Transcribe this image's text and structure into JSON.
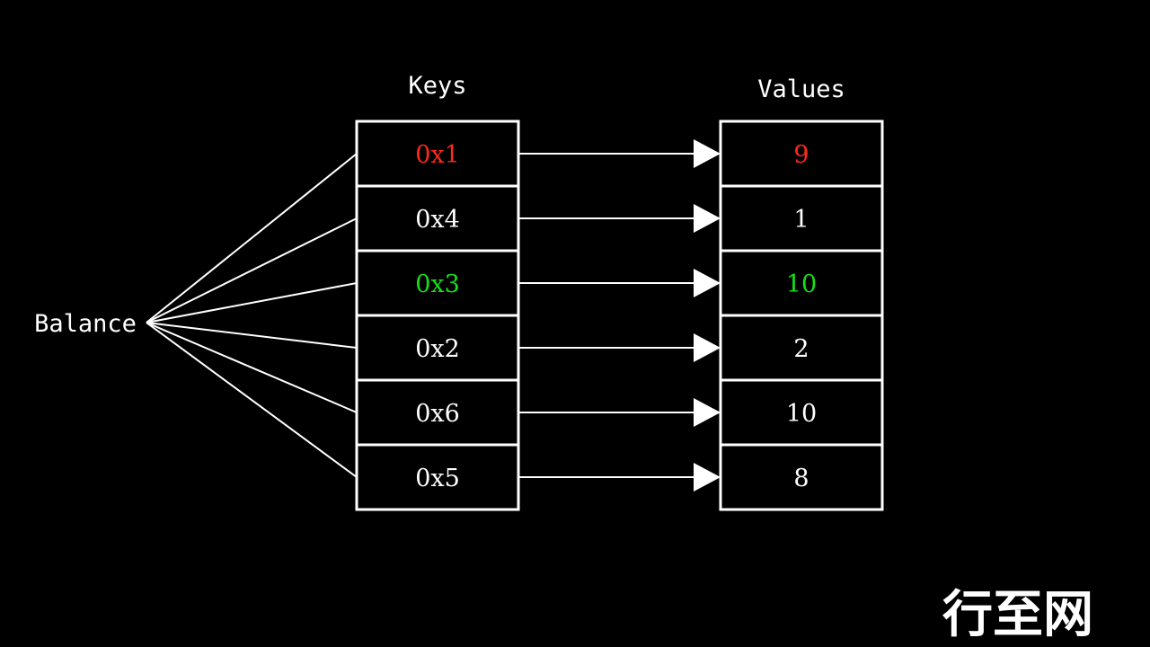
{
  "labels": {
    "keys_header": "Keys",
    "values_header": "Values",
    "map_name": "Balance"
  },
  "rows": [
    {
      "key": "0x1",
      "value": "9",
      "color": "#ff2a1a"
    },
    {
      "key": "0x4",
      "value": "1",
      "color": "#ffffff"
    },
    {
      "key": "0x3",
      "value": "10",
      "color": "#16e016"
    },
    {
      "key": "0x2",
      "value": "2",
      "color": "#ffffff"
    },
    {
      "key": "0x6",
      "value": "10",
      "color": "#ffffff"
    },
    {
      "key": "0x5",
      "value": "8",
      "color": "#ffffff"
    }
  ],
  "watermark": "行至网",
  "colors": {
    "background": "#000000",
    "stroke": "#ffffff",
    "text": "#ffffff"
  }
}
